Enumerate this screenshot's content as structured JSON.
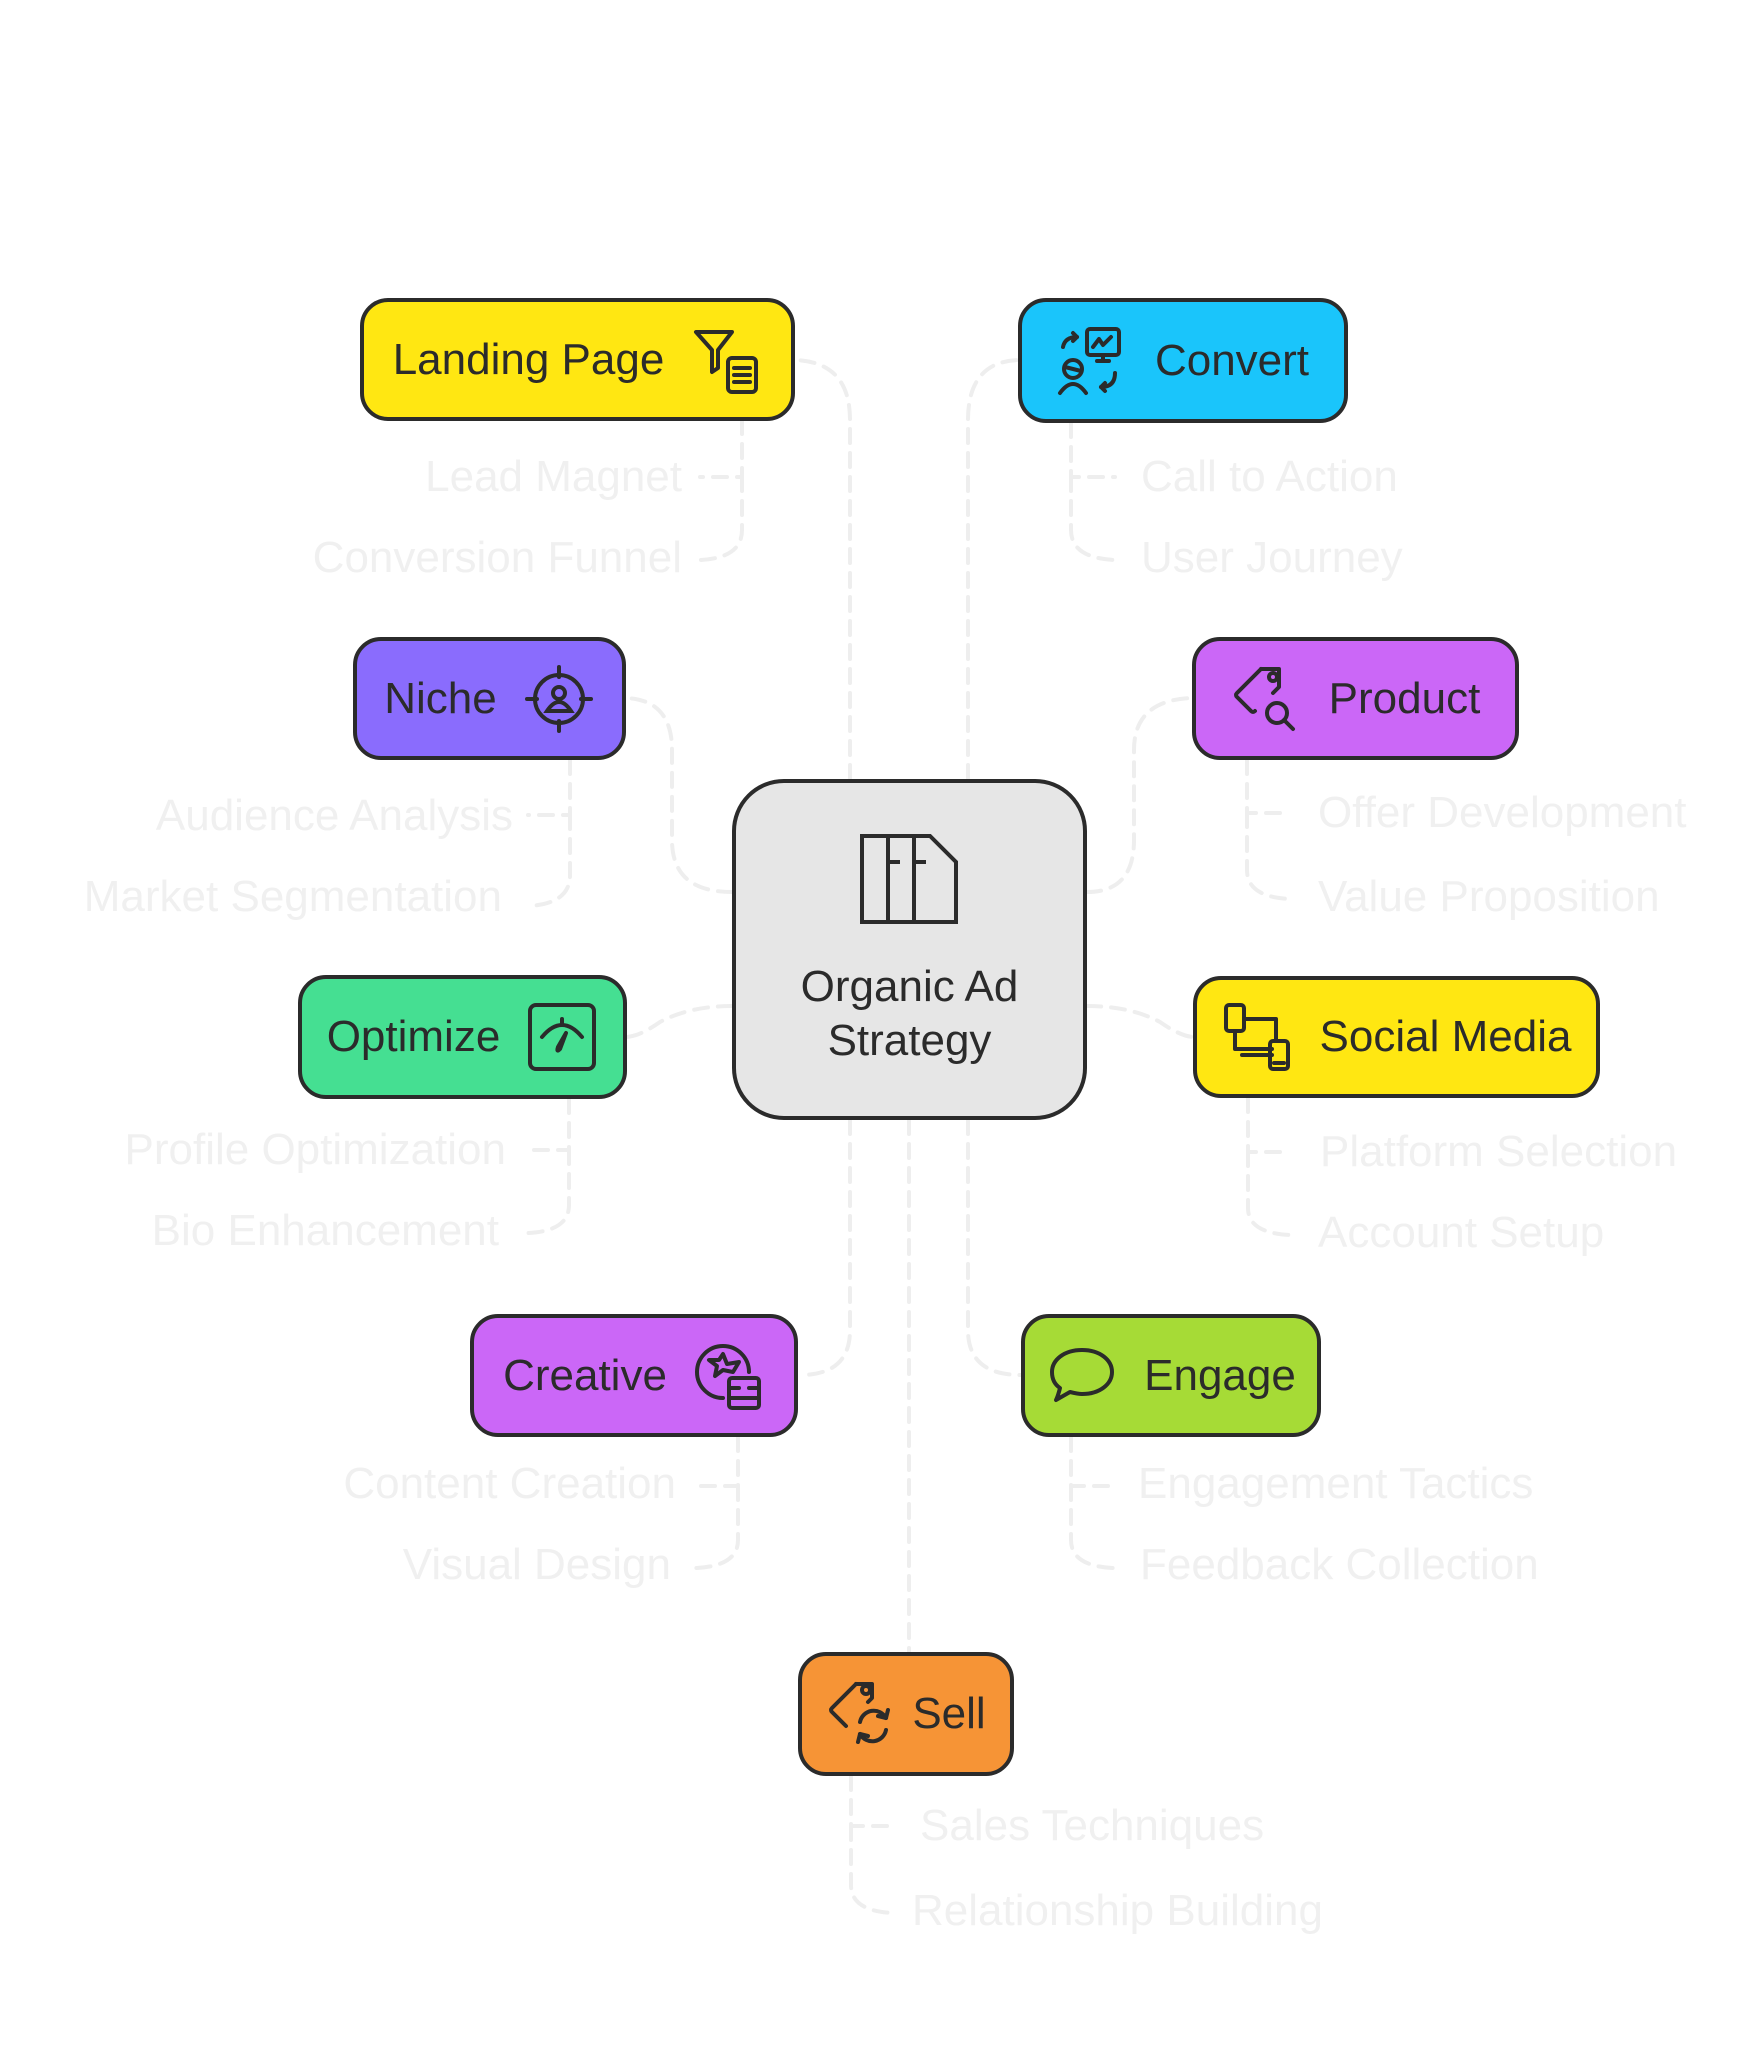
{
  "diagram": {
    "center": {
      "label_line1": "Organic Ad",
      "label_line2": "Strategy",
      "icon": "library-books-icon",
      "color": "#e6e6e6"
    },
    "nodes": [
      {
        "id": "landing-page",
        "label": "Landing Page",
        "icon": "funnel-document-icon",
        "color": "#ffe712",
        "subitems": [
          "Lead Magnet",
          "Conversion Funnel"
        ]
      },
      {
        "id": "convert",
        "label": "Convert",
        "icon": "user-presentation-exchange-icon",
        "color": "#1ac5fb",
        "subitems": [
          "Call to Action",
          "User Journey"
        ]
      },
      {
        "id": "niche",
        "label": "Niche",
        "icon": "target-user-icon",
        "color": "#8a6cfd",
        "subitems": [
          "Audience Analysis",
          "Market Segmentation"
        ]
      },
      {
        "id": "product",
        "label": "Product",
        "icon": "tag-search-icon",
        "color": "#cb67f7",
        "subitems": [
          "Offer Development",
          "Value Proposition"
        ]
      },
      {
        "id": "optimize",
        "label": "Optimize",
        "icon": "gauge-meter-icon",
        "color": "#45df92",
        "subitems": [
          "Profile Optimization",
          "Bio Enhancement"
        ]
      },
      {
        "id": "social-media",
        "label": "Social Media",
        "icon": "devices-network-icon",
        "color": "#ffe712",
        "subitems": [
          "Platform Selection",
          "Account Setup"
        ]
      },
      {
        "id": "creative",
        "label": "Creative",
        "icon": "star-badge-layout-icon",
        "color": "#cb67f7",
        "subitems": [
          "Content Creation",
          "Visual Design"
        ]
      },
      {
        "id": "engage",
        "label": "Engage",
        "icon": "chat-bubble-icon",
        "color": "#a6db36",
        "subitems": [
          "Engagement Tactics",
          "Feedback Collection"
        ]
      },
      {
        "id": "sell",
        "label": "Sell",
        "icon": "tag-refresh-icon",
        "color": "#f69436",
        "subitems": [
          "Sales Techniques",
          "Relationship Building"
        ]
      }
    ],
    "connector_color": "#eeeeee",
    "subitem_text_color": "#f0f0f0",
    "border_color": "#2b2b2b"
  }
}
